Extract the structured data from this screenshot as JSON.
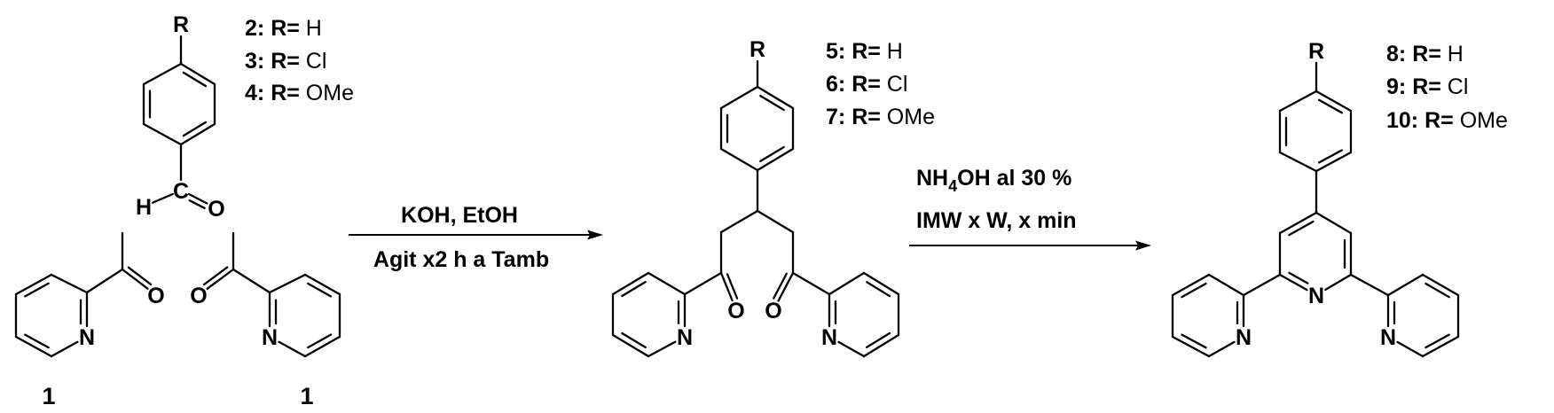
{
  "atoms": {
    "R": "R",
    "N": "N",
    "O": "O",
    "C": "C",
    "H": "H"
  },
  "starting_material": {
    "number": "1"
  },
  "aldehydes": [
    {
      "number": "2:",
      "r_label": "R=",
      "r_value": "H"
    },
    {
      "number": "3:",
      "r_label": "R=",
      "r_value": "Cl"
    },
    {
      "number": "4:",
      "r_label": "R=",
      "r_value": "OMe"
    }
  ],
  "diketones": [
    {
      "number": "5:",
      "r_label": "R=",
      "r_value": "H"
    },
    {
      "number": "6:",
      "r_label": "R=",
      "r_value": "Cl"
    },
    {
      "number": "7:",
      "r_label": "R=",
      "r_value": "OMe"
    }
  ],
  "terpyridines": [
    {
      "number": "8:",
      "r_label": "R=",
      "r_value": "H"
    },
    {
      "number": "9:",
      "r_label": "R=",
      "r_value": "Cl"
    },
    {
      "number": "10:",
      "r_label": "R=",
      "r_value": "OMe"
    }
  ],
  "step1": {
    "above": "KOH, EtOH",
    "below": "Agit x2 h a Tamb"
  },
  "step2": {
    "above_pre": "NH",
    "above_sub": "4",
    "above_post": "OH al 30 %",
    "below": "IMW x W, x min"
  }
}
